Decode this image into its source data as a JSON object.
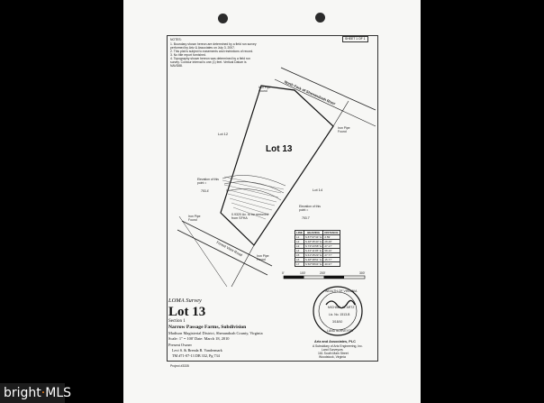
{
  "sheet": "SHEET 1 OF 1",
  "notes": {
    "heading": "NOTES:",
    "lines": [
      "1. Boundary shown hereon are determined by a field run survey",
      "   performed by Artz & Associates on July 3, 2007.",
      "2. This plat is subject to easements and restrictions of record.",
      "3. No title report furnished.",
      "4. Topography shown hereon was determined by a field run",
      "   survey. Contour interval is one (1) feet. Vertical Datum is",
      "   NAVD88."
    ]
  },
  "plat": {
    "river": "North Fork of Shenandoah River",
    "lot_label": "Lot 13",
    "lot12": "Lot 12",
    "lot14": "Lot 14",
    "area": "0.9320 Ac. to be removed from SFHA",
    "road": "Forest View Road",
    "iron_pipe_1": "Iron Pipe Found",
    "iron_pipe_2": "Iron Pipe Found",
    "iron_pipe_3": "Iron Pipe Found",
    "iron_pipe_4": "Iron Pipe Found",
    "elev_left_label": "Elevation of this point =",
    "elev_left_value": "753.4'",
    "elev_right_label": "Elevation of this point =",
    "elev_right_value": "753.7'",
    "scale": [
      "0'",
      "100'",
      "200'",
      "300'"
    ]
  },
  "line_table": {
    "headers": [
      "LINE",
      "BEARING",
      "DISTANCE"
    ],
    "rows": [
      [
        "L1",
        "S 87°07'34\" E",
        "2.59'"
      ],
      [
        "L2",
        "S 48°35'40\" E",
        "28.48'"
      ],
      [
        "L3",
        "S 73°24'58\" E",
        "27.17'"
      ],
      [
        "L4",
        "S 43°11'05\" E",
        "58.10'"
      ],
      [
        "L5",
        "S 61°25'29\" E",
        "27.77'"
      ],
      [
        "L6",
        "S 48°38'51\" E",
        "15.77'"
      ],
      [
        "L7",
        "S 50°58'04\" E",
        "40.37'"
      ]
    ]
  },
  "title_block": {
    "loma": "LOMA Survey",
    "lot": "Lot 13",
    "section": "Section 1",
    "subdivision": "Narrow Passage Farms, Subdivision",
    "district": "Madison Magisterial District, Shenandoah County, Virginia",
    "scale_date": "Scale: 1\" = 100'  Date: March 18, 2010",
    "owner_heading": "Present Owner",
    "owner": "Levi S. & Brenda R. Vandermark",
    "tm": "TM #71-07-13  DB 332, Pg 734",
    "project": "Project #3335"
  },
  "seal": {
    "top": "WEALTH OF VIRGINIA",
    "name": "MICHAEL W. ARTZ",
    "lic": "Lic. No. 1513-B",
    "date": "3/18/10",
    "bottom": "LAND SURVEYOR"
  },
  "company": {
    "name": "Artz and Associates, PLC",
    "l1": "A Subsidiary of Artz Engineering, Inc.",
    "l2": "Land Surveyors",
    "l3": "161 South Main Street",
    "l4": "Woodstock, Virginia"
  },
  "watermark": {
    "left": "bright",
    "right": "MLS"
  }
}
